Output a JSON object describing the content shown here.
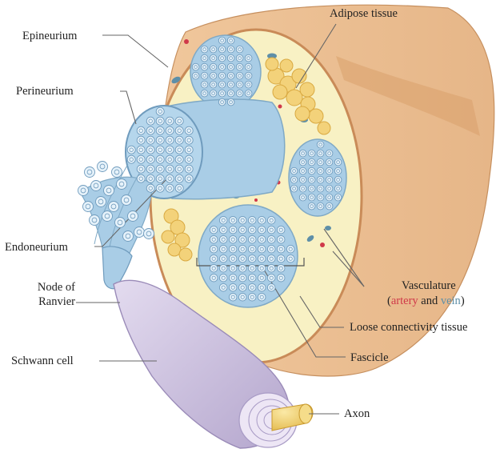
{
  "labels": {
    "adipose": "Adipose tissue",
    "epineurium": "Epineurium",
    "perineurium": "Perineurium",
    "endoneurium": "Endoneurium",
    "node_line1": "Node of",
    "node_line2": "Ranvier",
    "schwann": "Schwann cell",
    "vasculature": "Vasculature",
    "vasc_open": "(",
    "artery": "artery",
    "and": " and ",
    "vein": "vein",
    "vasc_close": ")",
    "loose": "Loose connectivity tissue",
    "fascicle": "Fascicle",
    "axon": "Axon"
  },
  "colors": {
    "epineurium_outer": "#e7b98a",
    "loose_tissue": "#f8f1c4",
    "fascicle": "#a9cde6",
    "adipose": "#f3d27a",
    "artery": "#d0394a",
    "vein": "#5e8fa8",
    "schwann": "#cfc3e0",
    "axon": "#f2d37a"
  }
}
